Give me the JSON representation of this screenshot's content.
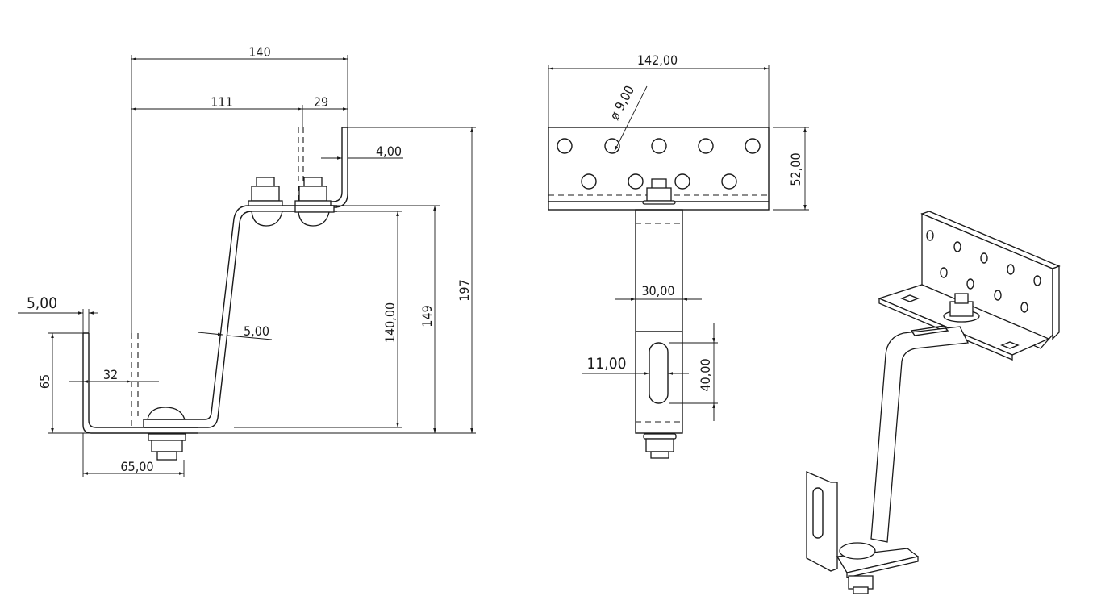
{
  "side_view": {
    "dims": {
      "overall_width": "140",
      "inner_width": "111",
      "flange_offset": "29",
      "flange_thickness": "4,00",
      "top_thickness": "5,00",
      "arm_thickness": "5,00",
      "height_140": "140,00",
      "height_149": "149",
      "height_197": "197",
      "hook_height": "65",
      "hook_gap": "32",
      "base_width": "65,00"
    }
  },
  "front_view": {
    "dims": {
      "plate_width": "142,00",
      "hole_diameter": "ø 9,00",
      "plate_height": "52,00",
      "arm_width": "30,00",
      "slot_width": "11,00",
      "slot_length": "40,00"
    }
  }
}
